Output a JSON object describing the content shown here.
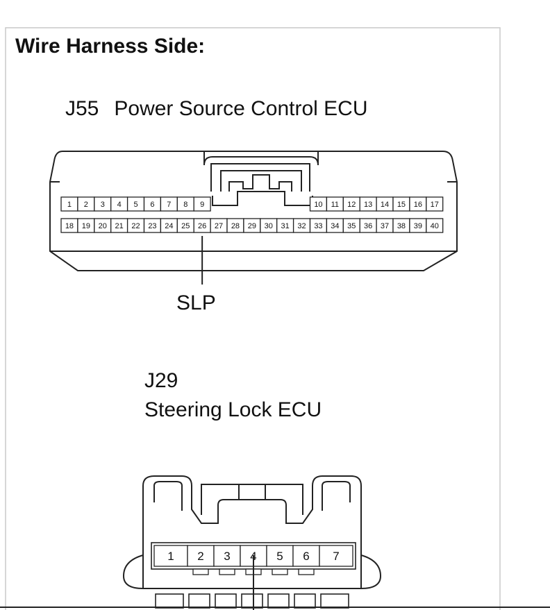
{
  "heading": "Wire Harness Side:",
  "connector_1": {
    "code": "J55",
    "name": "Power Source Control ECU",
    "top_row_left_pins": [
      "1",
      "2",
      "3",
      "4",
      "5",
      "6",
      "7",
      "8",
      "9"
    ],
    "top_row_right_pins": [
      "10",
      "11",
      "12",
      "13",
      "14",
      "15",
      "16",
      "17"
    ],
    "bottom_row_pins": [
      "18",
      "19",
      "20",
      "21",
      "22",
      "23",
      "24",
      "25",
      "26",
      "27",
      "28",
      "29",
      "30",
      "31",
      "32",
      "33",
      "34",
      "35",
      "36",
      "37",
      "38",
      "39",
      "40"
    ],
    "signal": {
      "label": "SLP",
      "pin": "26"
    }
  },
  "connector_2": {
    "code": "J29",
    "name": "Steering Lock ECU",
    "pins": [
      "1",
      "2",
      "3",
      "4",
      "5",
      "6",
      "7"
    ],
    "signal_pin": "4"
  }
}
